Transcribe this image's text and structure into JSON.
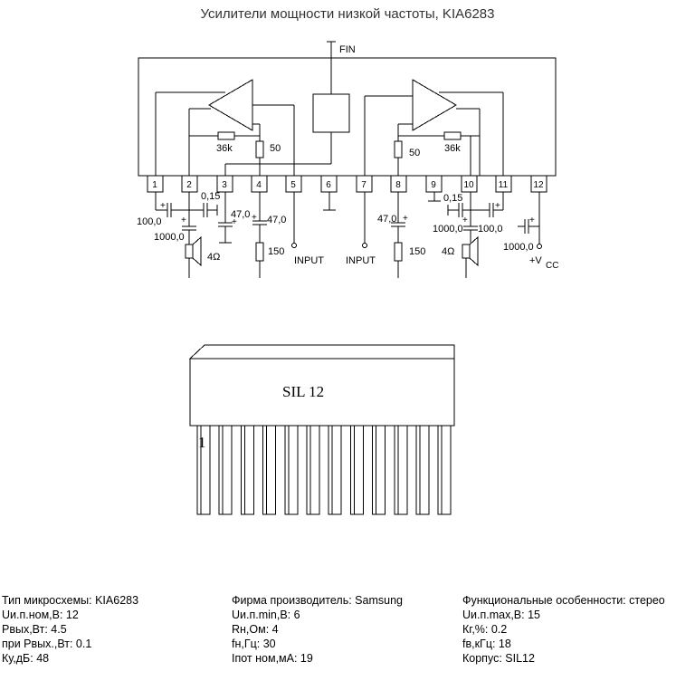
{
  "title": "Усилители мощности низкой частоты, KIA6283",
  "schematic": {
    "fin_label": "FIN",
    "pins": [
      "1",
      "2",
      "3",
      "4",
      "5",
      "6",
      "7",
      "8",
      "9",
      "10",
      "11",
      "12"
    ],
    "labels": {
      "r36k_left": "36k",
      "r36k_right": "36k",
      "r50_left": "50",
      "r50_right": "50",
      "c015_left": "0,15",
      "c015_right": "0,15",
      "c470_a": "47,0",
      "c470_b": "47,0",
      "c470_c": "47,0",
      "c100_left": "100,0",
      "c1000_left": "1000,0",
      "c1000_right": "1000,0",
      "c100_right": "100,0",
      "c1000_vcc": "1000,0",
      "r150_left": "150",
      "r150_right": "150",
      "spk_left": "4Ω",
      "spk_right": "4Ω",
      "input_left": "INPUT",
      "input_right": "INPUT",
      "vcc": "+V",
      "vcc_sub": "CC",
      "plus": "+"
    }
  },
  "package": {
    "name": "SIL 12",
    "pin1": "1"
  },
  "specs": {
    "col1": [
      "Тип микросхемы: KIA6283",
      "Uи.п.ном,В: 12",
      "Pвых,Вт: 4.5",
      "при Pвых.,Вт: 0.1",
      "Ку,дБ: 48"
    ],
    "col2": [
      "Фирма производитель: Samsung",
      "Uи.п.min,В: 6",
      "Rн,Ом: 4",
      "fн,Гц: 30",
      "Iпот ном,мА: 19"
    ],
    "col3": [
      "Функциональные особенности: стерео",
      "Uи.п.max,В: 15",
      "Кг,%: 0.2",
      "fв,кГц: 18",
      "Корпус: SIL12"
    ]
  }
}
